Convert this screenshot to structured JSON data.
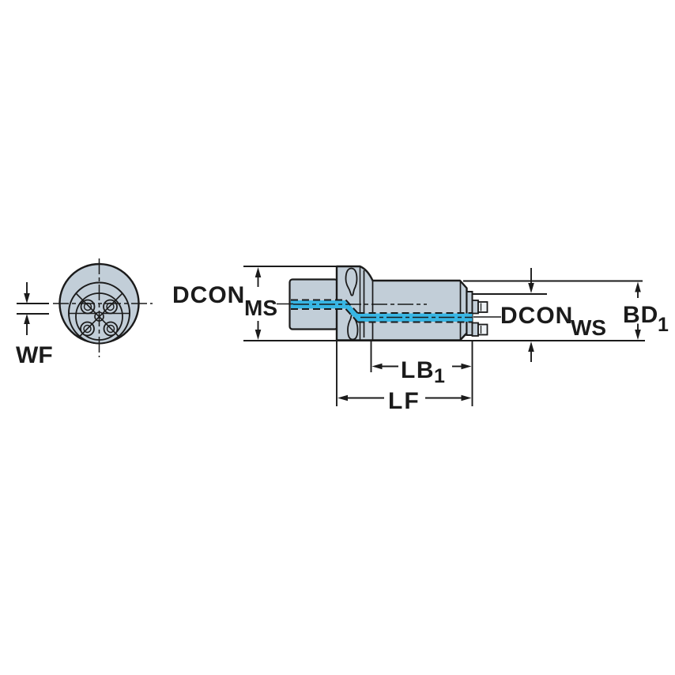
{
  "diagram": {
    "kind": "tool-holder-technical-drawing",
    "labels": {
      "wf": "WF",
      "dcon_ms": {
        "main": "DCON",
        "sub": "MS"
      },
      "dcon_ws": {
        "main": "DCON",
        "sub": "WS"
      },
      "bd1": {
        "main": "BD",
        "sub": "1"
      },
      "lb1": {
        "main": "LB",
        "sub": "1"
      },
      "lf": "LF"
    },
    "colors": {
      "line": "#1b1b1b",
      "body_fill": "#c2ced8",
      "coolant_fill": "#38b6e4",
      "screw_head_fill": "#eef2f5",
      "background": "#ffffff"
    }
  }
}
